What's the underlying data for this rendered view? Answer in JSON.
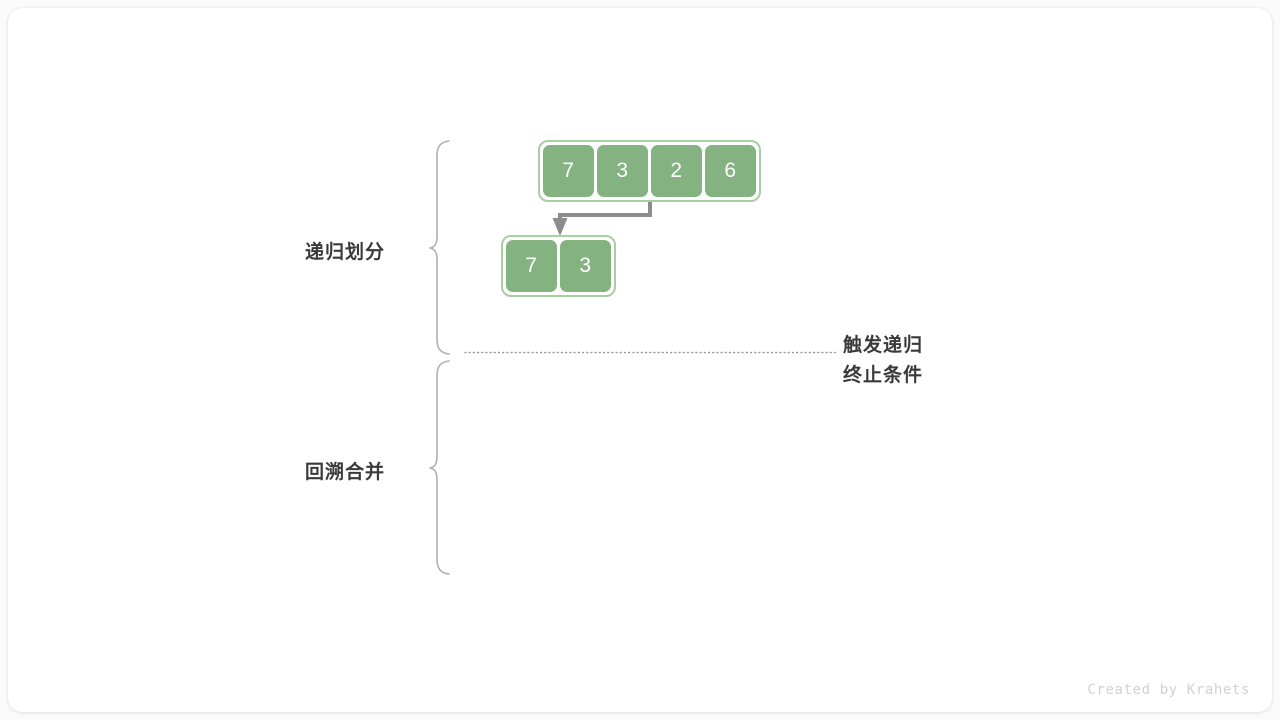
{
  "canvas": {
    "background": "#ffffff",
    "page_background": "#fbfbfb"
  },
  "colors": {
    "cell_fill": "#84b281",
    "cell_border": "#a8cfa4",
    "cell_text": "#ffffff",
    "arrow": "#8c8c8c",
    "brace": "#b0b0b0",
    "dotted_line": "#9a9a9a",
    "label_text": "#3a3a3a",
    "credit_text": "#d2d2d2"
  },
  "arrays": [
    {
      "name": "original-array",
      "values": [
        "7",
        "3",
        "2",
        "6"
      ]
    },
    {
      "name": "left-subarray",
      "values": [
        "7",
        "3"
      ]
    }
  ],
  "phases": [
    {
      "label": "递归划分"
    },
    {
      "label": "回溯合并"
    }
  ],
  "annotation": {
    "line1": "触发递归",
    "line2": "终止条件"
  },
  "footer": {
    "credit": "Created by Krahets"
  },
  "icons": {
    "arrow": "down-arrow-icon",
    "brace_top": "curly-brace-icon",
    "brace_bottom": "curly-brace-icon",
    "divider": "dotted-divider-icon"
  }
}
